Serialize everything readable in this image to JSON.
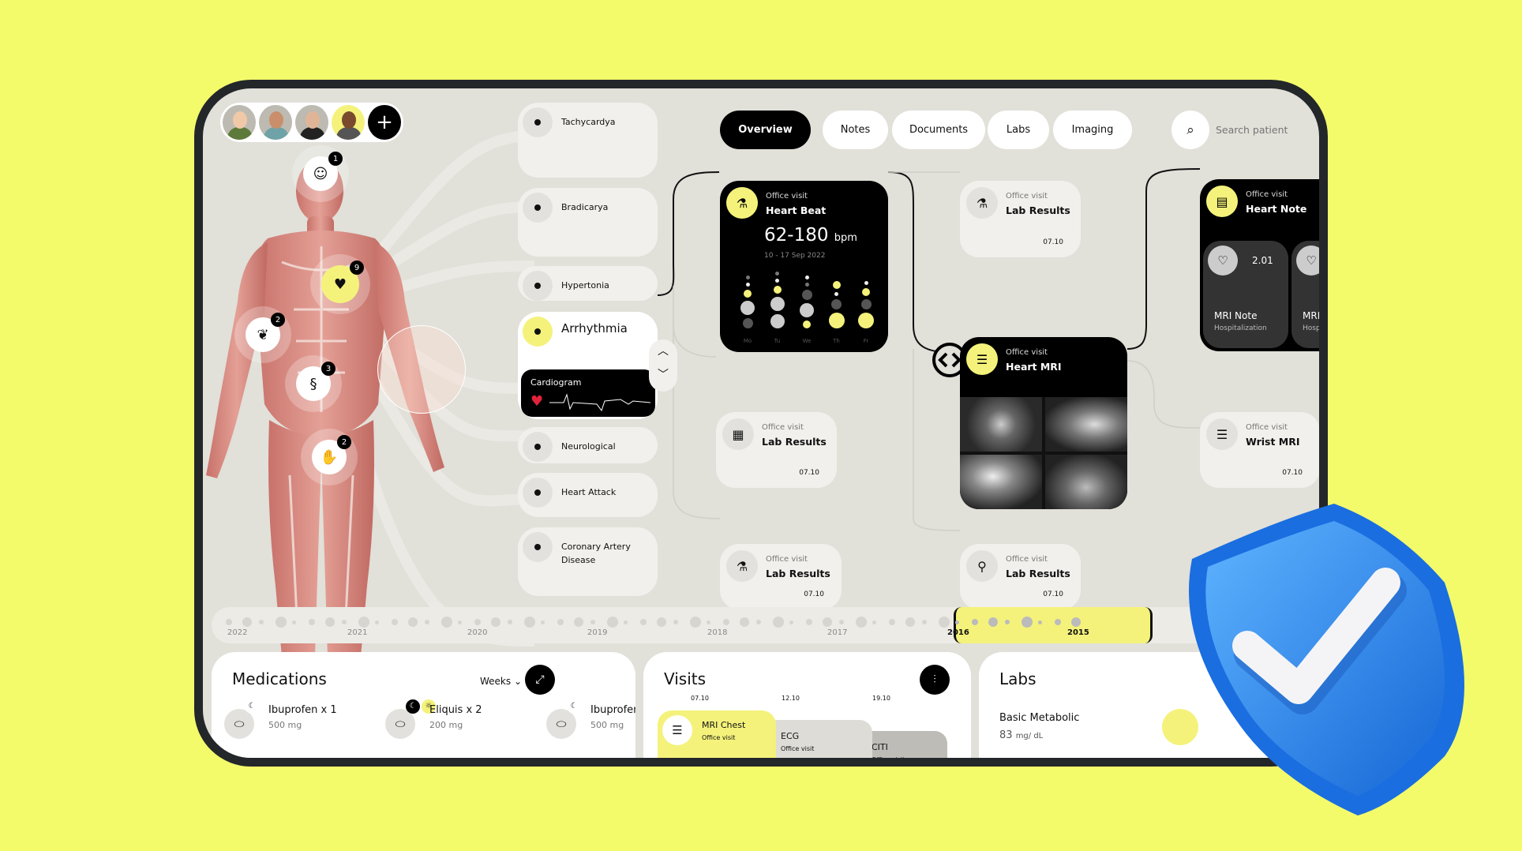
{
  "colors": {
    "accent": "#f4f27b",
    "background": "#f3fb6b",
    "frame": "#23272a",
    "screen": "#e1e0d9",
    "shield": "#2f8df0"
  },
  "patients": [
    {
      "name": "avatar-1",
      "skin": "#f1c9a8",
      "shirt": "#5d7a3a"
    },
    {
      "name": "avatar-2",
      "skin": "#c98f6a",
      "shirt": "#6fa3a8"
    },
    {
      "name": "avatar-3",
      "skin": "#e0b597",
      "shirt": "#222"
    },
    {
      "name": "avatar-4",
      "skin": "#7a4a2e",
      "shirt": "#555",
      "active": true
    }
  ],
  "add_patient_label": "+",
  "body_markers": [
    {
      "icon": "head-icon",
      "count": "1"
    },
    {
      "icon": "heart-icon",
      "count": "9"
    },
    {
      "icon": "kidney-icon",
      "count": "2"
    },
    {
      "icon": "stomach-icon",
      "count": "3"
    },
    {
      "icon": "hand-icon",
      "count": "2"
    }
  ],
  "conditions": [
    "Tachycardya",
    "Bradicarya",
    "Hypertonia",
    "Arrhythmia",
    "Neurological",
    "Heart Attack",
    "Coronary Artery Disease"
  ],
  "cardiogram_label": "Cardiogram",
  "tabs": [
    "Overview",
    "Notes",
    "Documents",
    "Labs",
    "Imaging"
  ],
  "search": {
    "placeholder": "Search patient"
  },
  "heart_beat": {
    "sub": "Office visit",
    "title": "Heart Beat",
    "range": "62-180",
    "unit": "bpm",
    "period": "10 - 17 Sep 2022",
    "days": [
      "Mo",
      "Tu",
      "We",
      "Th",
      "Fr"
    ],
    "dots": [
      [
        "xs-grey",
        "xs-white",
        "s-yellow",
        "l-light",
        "m-dark"
      ],
      [
        "xs-grey",
        "xs-white",
        "s-yellow",
        "l-light",
        "l-light"
      ],
      [
        "xs-white",
        "xs-grey",
        "m-dark",
        "l-light",
        "s-yellow"
      ],
      [
        "s-yellow",
        "xs-white",
        "m-dark",
        "xl-yellow"
      ],
      [
        "xs-white",
        "s-yellow",
        "m-dark",
        "xl-yellow"
      ]
    ]
  },
  "visits_cards": [
    {
      "sub": "Office visit",
      "title": "Lab Results",
      "date": "07.10",
      "icon": "flask-icon"
    },
    {
      "sub": "Office visit",
      "title": "Lab Results",
      "date": "07.10",
      "icon": "report-icon"
    },
    {
      "sub": "Office visit",
      "title": "Lab Results",
      "date": "07.10",
      "icon": "flask-icon"
    },
    {
      "sub": "Office visit",
      "title": "Lab Results",
      "date": "07.10",
      "icon": "microscope-icon"
    },
    {
      "sub": "Office visit",
      "title": "Wrist MRI",
      "date": "07.10",
      "icon": "xray-icon"
    }
  ],
  "heart_mri": {
    "sub": "Office visit",
    "title": "Heart MRI"
  },
  "heart_note": {
    "sub": "Office visit",
    "title": "Heart Note",
    "value": "2.01",
    "notes": [
      {
        "title": "MRI Note",
        "sub": "Hospitalization"
      },
      {
        "title": "MRI Note",
        "sub": "Hospitalization"
      }
    ]
  },
  "timeline": {
    "years": [
      "2022",
      "2021",
      "2020",
      "2019",
      "2018",
      "2017",
      "2016",
      "2015"
    ],
    "selected": [
      "2016",
      "2015"
    ]
  },
  "medications": {
    "title": "Medications",
    "period": "Weeks",
    "items": [
      {
        "name": "Ibuprofen x 1",
        "dose": "500 mg"
      },
      {
        "name": "Eliquis x 2",
        "dose": "200 mg"
      },
      {
        "name": "Ibuprofen",
        "dose": "500 mg"
      }
    ]
  },
  "visits": {
    "title": "Visits",
    "dates": [
      "07.10",
      "12.10",
      "19.10"
    ],
    "items": [
      {
        "title": "MRI Chest",
        "sub": "Office visit"
      },
      {
        "title": "ECG",
        "sub": "Office visit"
      },
      {
        "title": "CITI",
        "sub": "Office visit"
      }
    ]
  },
  "labs": {
    "title": "Labs",
    "test": "Basic Metabolic",
    "value": "83",
    "unit": "mg/ dL"
  }
}
